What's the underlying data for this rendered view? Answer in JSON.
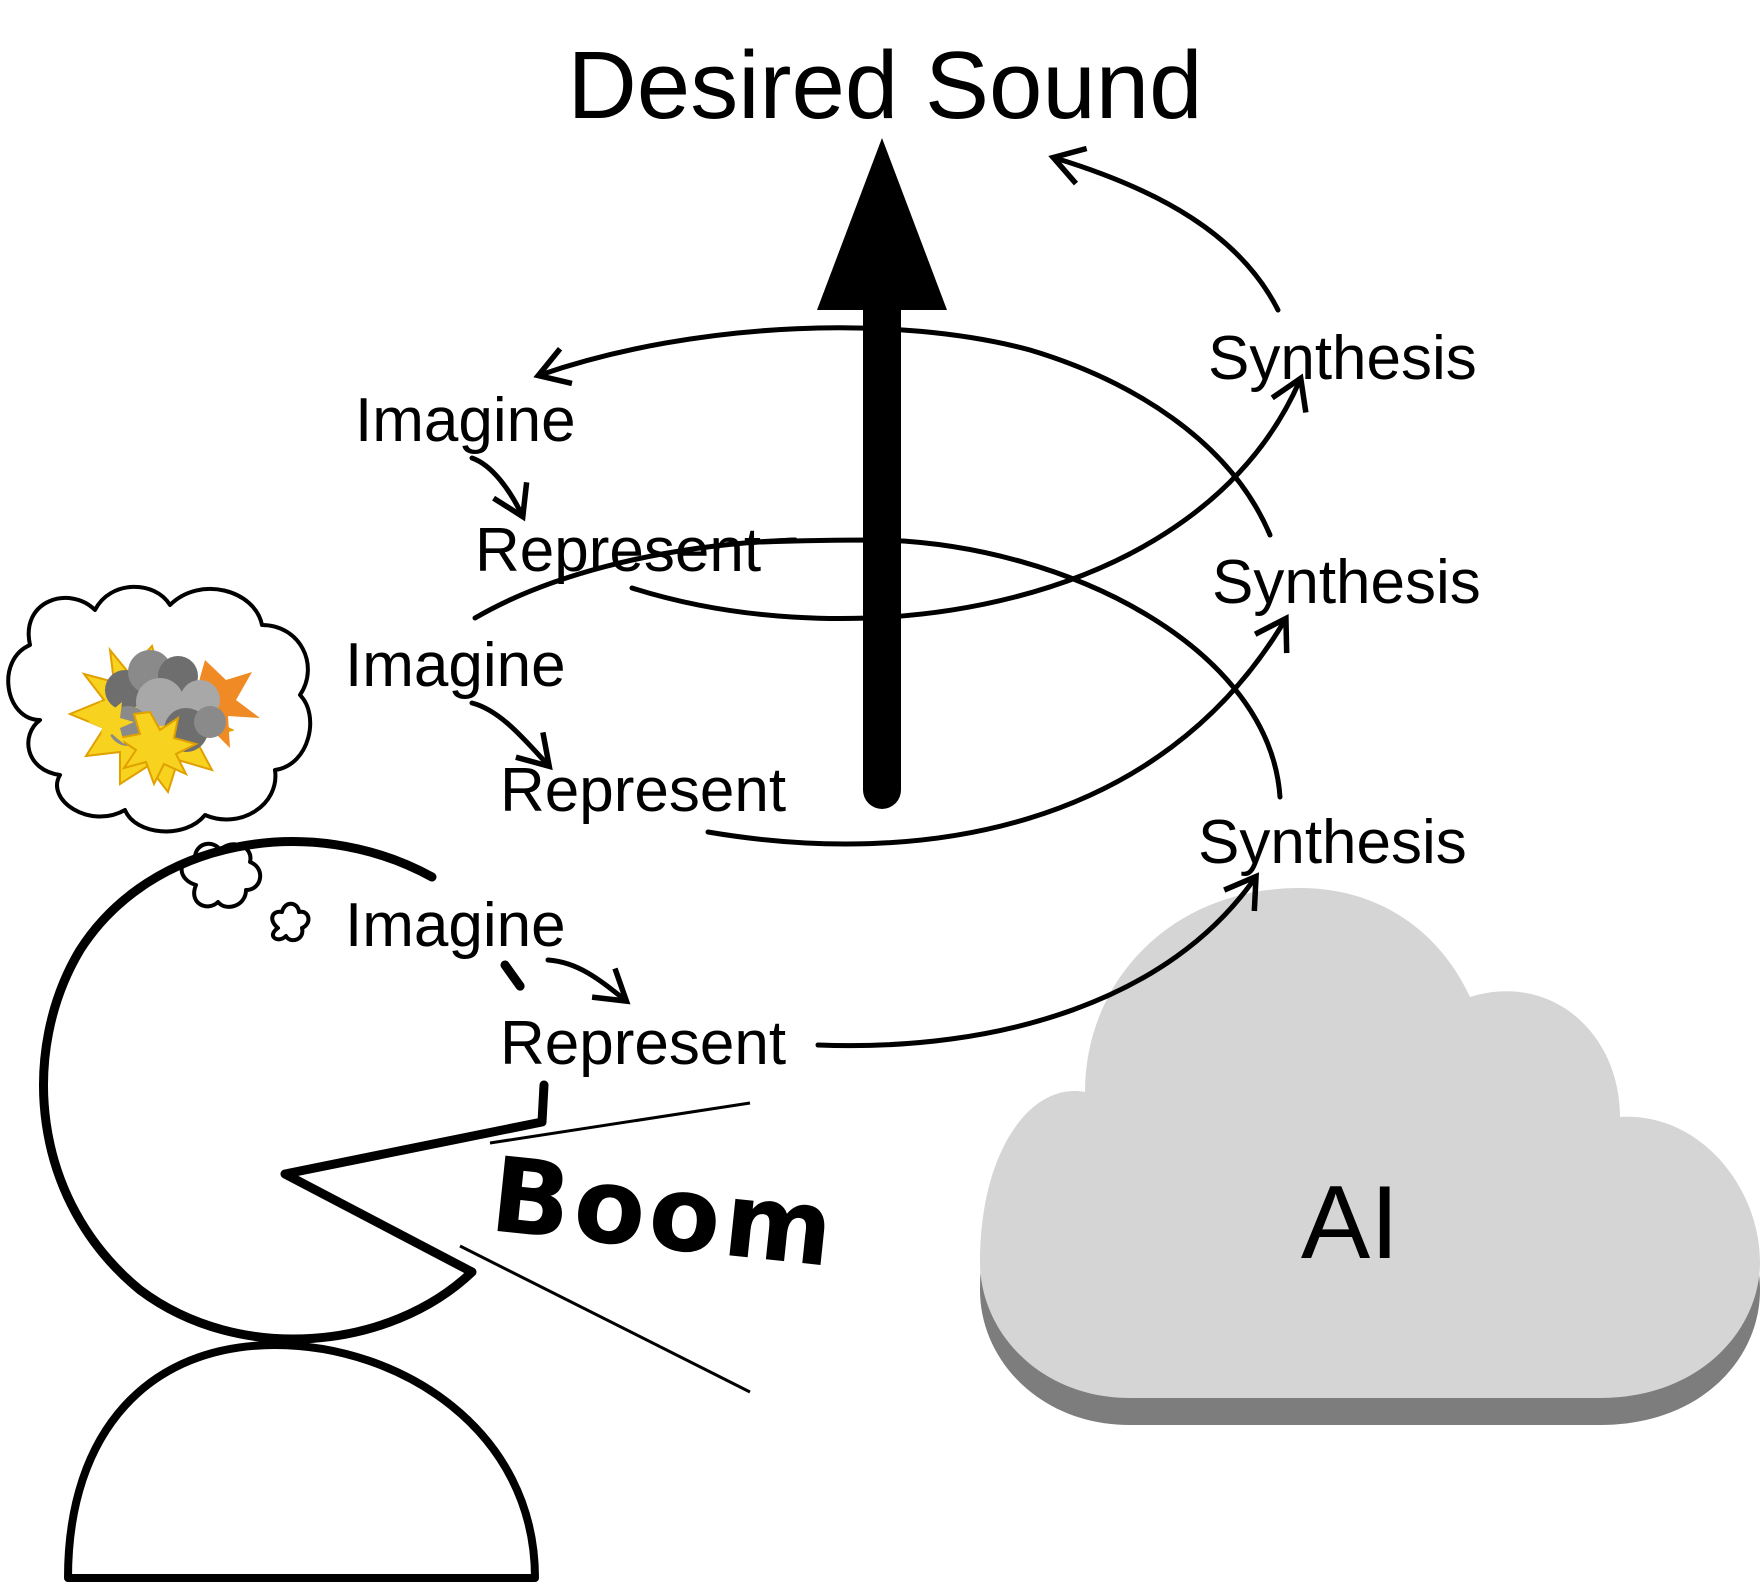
{
  "title": "Desired Sound",
  "steps": {
    "imagine_1": "Imagine",
    "represent_1": "Represent",
    "synthesis_1": "Synthesis",
    "imagine_2": "Imagine",
    "represent_2": "Represent",
    "synthesis_2": "Synthesis",
    "imagine_3": "Imagine",
    "represent_3": "Represent",
    "synthesis_3": "Synthesis"
  },
  "ai_label": "AI",
  "speech": "Boom",
  "colors": {
    "ink": "#000000",
    "cloud_fill": "#d4d5d4",
    "cloud_shadow": "#7d7d7d",
    "explosion_yellow": "#f7d21e",
    "explosion_orange": "#f08a24",
    "smoke_dark": "#6e6e6e",
    "smoke_light": "#a8a8a8"
  }
}
